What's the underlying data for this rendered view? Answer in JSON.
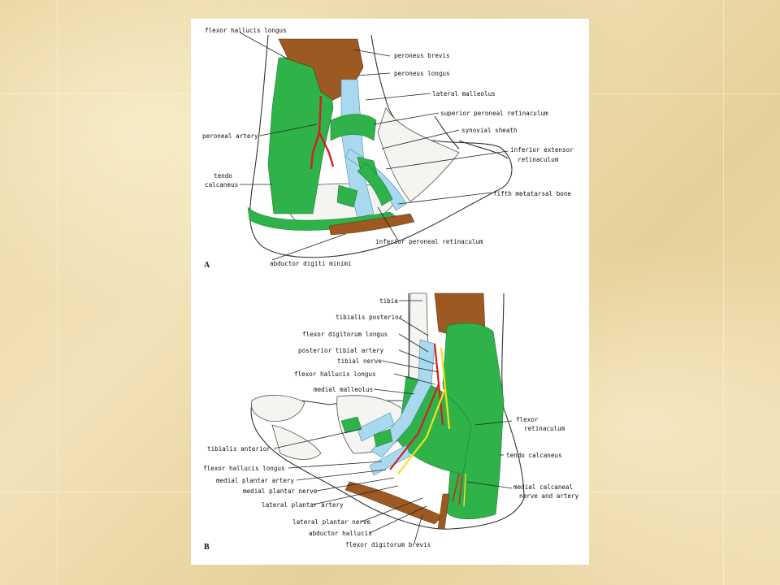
{
  "figure_a": {
    "letter": "A",
    "labels": {
      "flexor_hallucis_longus": "flexor hallucis longus",
      "peroneus_brevis": "peroneus brevis",
      "peroneus_longus": "peroneus longus",
      "lateral_malleolus": "lateral malleolus",
      "superior_peroneal_retinaculum": "superior peroneal retinaculum",
      "synovial_sheath": "synovial sheath",
      "peroneal_artery": "peroneal artery",
      "inferior_extensor_1": "inferior extensor",
      "inferior_extensor_2": "retinaculum",
      "tendo_calcaneus_1": "tendo",
      "tendo_calcaneus_2": "calcaneus",
      "fifth_metatarsal_bone": "fifth metatarsal bone",
      "inferior_peroneal_retinaculum": "inferior peroneal retinaculum",
      "abductor_digiti_minimi": "abductor digiti minimi"
    }
  },
  "figure_b": {
    "letter": "B",
    "labels": {
      "tibia": "tibia",
      "tibialis_posterior": "tibialis posterior",
      "flexor_digitorum_longus": "flexor digitorum longus",
      "posterior_tibial_artery": "posterior tibial artery",
      "tibial_nerve": "tibial nerve",
      "flexor_hallucis_longus": "flexor hallucis longus",
      "medial_malleolus": "medial malleolus",
      "flexor_retinaculum_1": "flexor",
      "flexor_retinaculum_2": "retinaculum",
      "tibialis_anterior": "tibialis anterior",
      "tendo_calcaneus": "tendo calcaneus",
      "flexor_hallucis_longus_2": "flexor hallucis longus",
      "medial_plantar_artery": "medial plantar artery",
      "medial_plantar_nerve": "medial plantar nerve",
      "medial_calcaneal_1": "medial calcaneal",
      "medial_calcaneal_2": "nerve and artery",
      "lateral_plantar_artery": "lateral plantar artery",
      "lateral_plantar_nerve": "lateral plantar nerve",
      "abductor_hallucis": "abductor hallucis",
      "flexor_digitorum_brevis": "flexor digitorum brevis"
    }
  },
  "colors": {
    "muscle_green": "#2fb24a",
    "tendon_brown": "#9c5a22",
    "sheath_blue": "#a9d9ee",
    "artery_red": "#d42020",
    "nerve_yellow": "#f2e21a"
  }
}
